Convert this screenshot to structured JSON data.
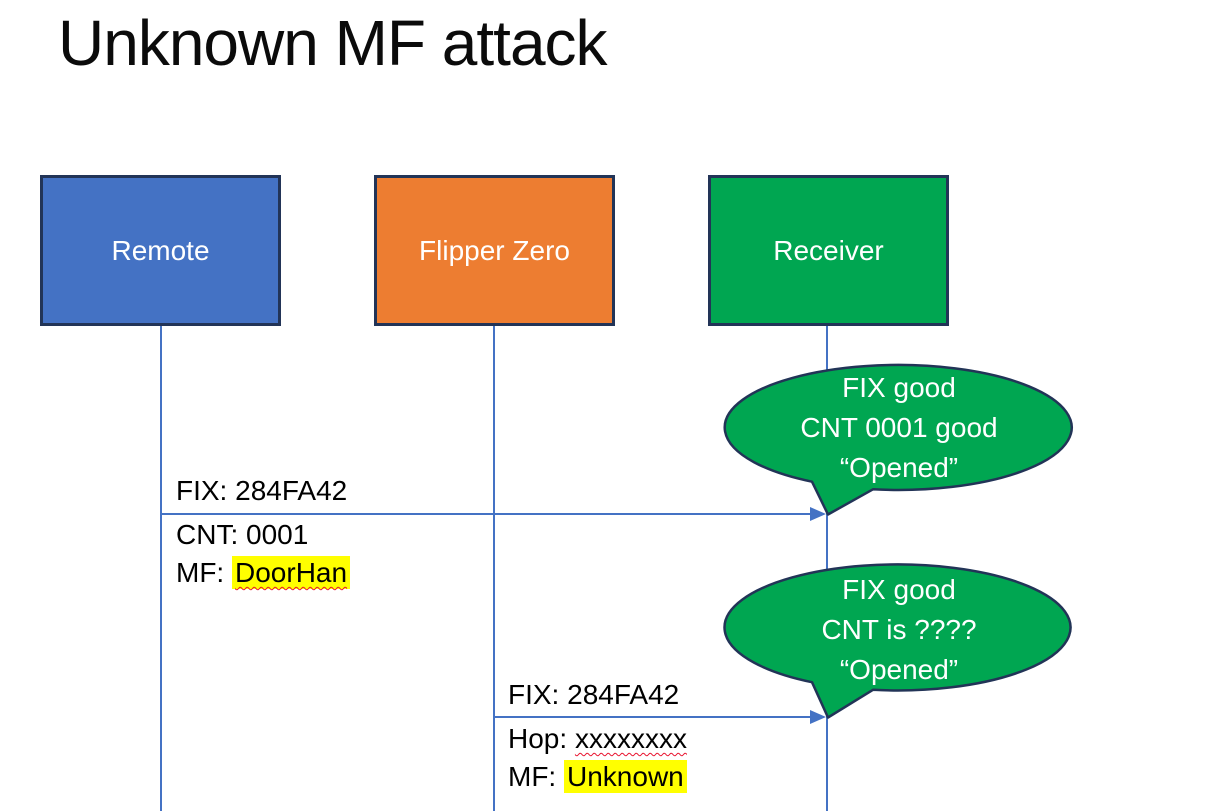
{
  "title": "Unknown MF attack",
  "actors": [
    {
      "id": "remote",
      "label": "Remote",
      "color": "#4472C4"
    },
    {
      "id": "flipper",
      "label": "Flipper Zero",
      "color": "#ED7D31"
    },
    {
      "id": "receiver",
      "label": "Receiver",
      "color": "#00A651"
    }
  ],
  "messages": [
    {
      "from": "Remote",
      "to": "Receiver",
      "above": "FIX: 284FA42",
      "below": [
        {
          "prefix": "CNT: ",
          "value": "0001"
        },
        {
          "prefix": "MF: ",
          "value": "DoorHan"
        }
      ]
    },
    {
      "from": "Flipper Zero",
      "to": "Receiver",
      "above": "FIX: 284FA42",
      "below": [
        {
          "prefix": "Hop: ",
          "value": "xxxxxxxx"
        },
        {
          "prefix": "MF: ",
          "value": "Unknown"
        }
      ]
    }
  ],
  "callouts": [
    {
      "lines": [
        "FIX good",
        "CNT 0001 good",
        "“Opened”"
      ]
    },
    {
      "lines": [
        "FIX good",
        "CNT is ????",
        "“Opened”"
      ]
    }
  ],
  "colors": {
    "actor_border": "#223457",
    "lifeline": "#4472C4",
    "callout_fill": "#00A651",
    "callout_border": "#223457",
    "highlight": "#FFFF00",
    "spellcheck_underline": "#E8112D",
    "background": "#FFFFFF",
    "text_dark": "#000000",
    "text_light": "#FFFFFF"
  }
}
